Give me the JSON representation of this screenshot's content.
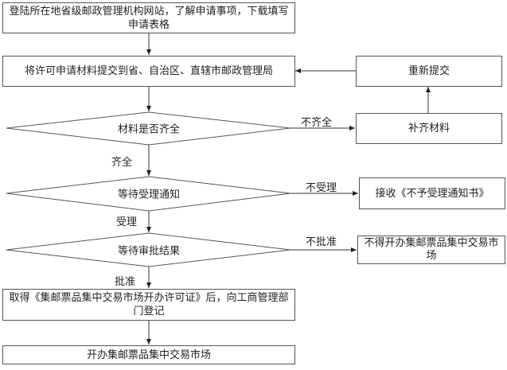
{
  "flowchart": {
    "steps": {
      "visit_site": "登陆所在地省级邮政管理机构网站，了解申请事项，下载填写申请表格",
      "submit": "将许可申请材料提交到省、自治区、直辖市邮政管理局",
      "check_materials": "材料是否齐全",
      "wait_acceptance": "等待受理通知",
      "wait_approval": "等待审批结果",
      "obtain_license": "取得《集邮票品集中交易市场开办许可证》后，向工商管理部门登记",
      "open_market": "开办集邮票品集中交易市场",
      "resubmit": "重新提交",
      "supplement": "补齐材料",
      "receive_rejection": "接收《不予受理通知书》",
      "cannot_open": "不得开办集邮票品集中交易市场"
    },
    "edge_labels": {
      "incomplete": "不齐全",
      "complete": "齐全",
      "not_accepted": "不受理",
      "accepted": "受理",
      "not_approved": "不批准",
      "approved": "批准"
    }
  }
}
